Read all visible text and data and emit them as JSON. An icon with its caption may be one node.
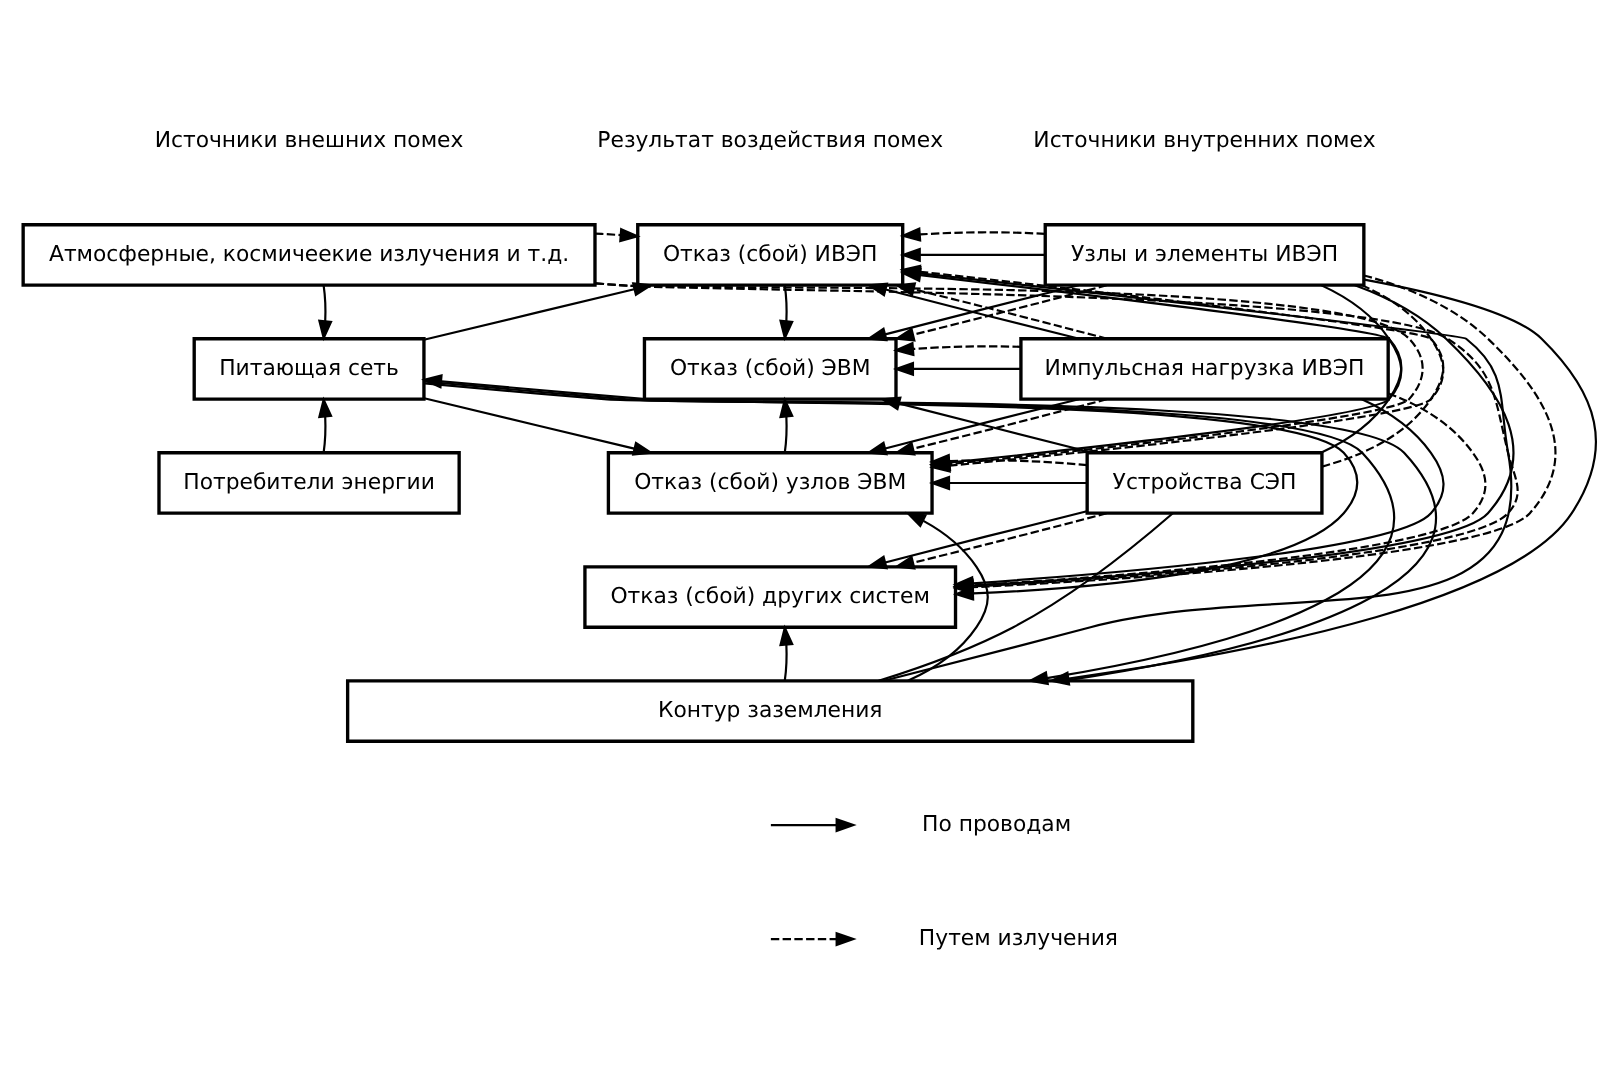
{
  "diagram": {
    "nodes": [
      {
        "text": [
          "Атмосферные, космичеекие излучения и т.д."
        ]
      },
      {
        "text": [
          "Питающая сеть"
        ]
      },
      {
        "text": [
          "Потребители энергии"
        ]
      },
      {
        "text": [
          "Отказ (сбой) ИВЭП"
        ]
      },
      {
        "text": [
          "Отказ (сбой) ЭВМ"
        ]
      },
      {
        "text": [
          "Отказ (сбой) узлов ЭВМ"
        ]
      },
      {
        "text": [
          "Отказ (сбой) других систем"
        ]
      },
      {
        "text": [
          "Узлы и элементы ИВЭП"
        ]
      },
      {
        "text": [
          "Импульсная нагрузка ИВЭП"
        ]
      },
      {
        "text": [
          "Устройства СЭП"
        ]
      },
      {
        "text": [
          "Контур заземления"
        ]
      }
    ],
    "edges": [
      {
        "from": 0,
        "to": 1,
        "arrow": "to"
      },
      {
        "from": 2,
        "to": 1,
        "arrow": "to"
      },
      {
        "from": 3,
        "to": 4,
        "arrow": "to"
      },
      {
        "from": 5,
        "to": 4,
        "arrow": "to"
      },
      {
        "from": 0,
        "to": 3,
        "arrow": "to",
        "style": "dashed"
      },
      {
        "from": 0,
        "to": 5,
        "arrow": "to",
        "style": "dashed"
      },
      {
        "from": 0,
        "to": 6,
        "arrow": "to",
        "style": "dashed"
      },
      {
        "from": 1,
        "to": 3,
        "arrow": "to"
      },
      {
        "from": 1,
        "to": 5,
        "arrow": "to"
      },
      {
        "from": 1,
        "to": 6,
        "arrow": "to"
      },
      {
        "from": 1,
        "to": 10,
        "arrow": "to"
      },
      {
        "from": 10,
        "to": 1,
        "arrow": "to"
      },
      {
        "from": 10,
        "to": 3,
        "arrow": "to"
      },
      {
        "from": 10,
        "to": 5,
        "arrow": "to"
      },
      {
        "from": 10,
        "to": 6,
        "arrow": "to"
      },
      {
        "from": 7,
        "to": 3,
        "arrow": "to"
      },
      {
        "from": 7,
        "to": 4,
        "arrow": "to"
      },
      {
        "from": 7,
        "to": 5,
        "arrow": "to"
      },
      {
        "from": 7,
        "to": 6,
        "arrow": "to"
      },
      {
        "from": 7,
        "to": 10,
        "arrow": "to"
      },
      {
        "from": 7,
        "to": 3,
        "arrow": "to",
        "style": "dashed"
      },
      {
        "from": 7,
        "to": 4,
        "arrow": "to",
        "style": "dashed"
      },
      {
        "from": 7,
        "to": 5,
        "arrow": "to",
        "style": "dashed"
      },
      {
        "from": 7,
        "to": 6,
        "arrow": "to",
        "style": "dashed"
      },
      {
        "from": 8,
        "to": 3,
        "arrow": "to"
      },
      {
        "from": 8,
        "to": 4,
        "arrow": "to"
      },
      {
        "from": 8,
        "to": 5,
        "arrow": "to"
      },
      {
        "from": 8,
        "to": 6,
        "arrow": "to"
      },
      {
        "from": 8,
        "to": 3,
        "arrow": "to",
        "style": "dashed"
      },
      {
        "from": 8,
        "to": 4,
        "arrow": "to",
        "style": "dashed"
      },
      {
        "from": 8,
        "to": 5,
        "arrow": "to",
        "style": "dashed"
      },
      {
        "from": 8,
        "to": 6,
        "arrow": "to",
        "style": "dashed"
      },
      {
        "from": 9,
        "to": 3,
        "arrow": "to"
      },
      {
        "from": 9,
        "to": 4,
        "arrow": "to"
      },
      {
        "from": 9,
        "to": 5,
        "arrow": "to"
      },
      {
        "from": 9,
        "to": 6,
        "arrow": "to"
      },
      {
        "from": 9,
        "to": 3,
        "arrow": "to",
        "style": "dashed"
      },
      {
        "from": 9,
        "to": 5,
        "arrow": "to",
        "style": "dashed"
      },
      {
        "from": 9,
        "to": 6,
        "arrow": "to",
        "style": "dashed"
      },
      {
        "from": 10,
        "to": 9,
        "arrow": "none"
      }
    ],
    "labels": [
      "Источники внешних помех",
      "Результат воздействия помех",
      "Источники внутренних помех"
    ],
    "legend": [
      {
        "text": "По проводам"
      },
      {
        "text": "Путем излучения"
      }
    ]
  }
}
